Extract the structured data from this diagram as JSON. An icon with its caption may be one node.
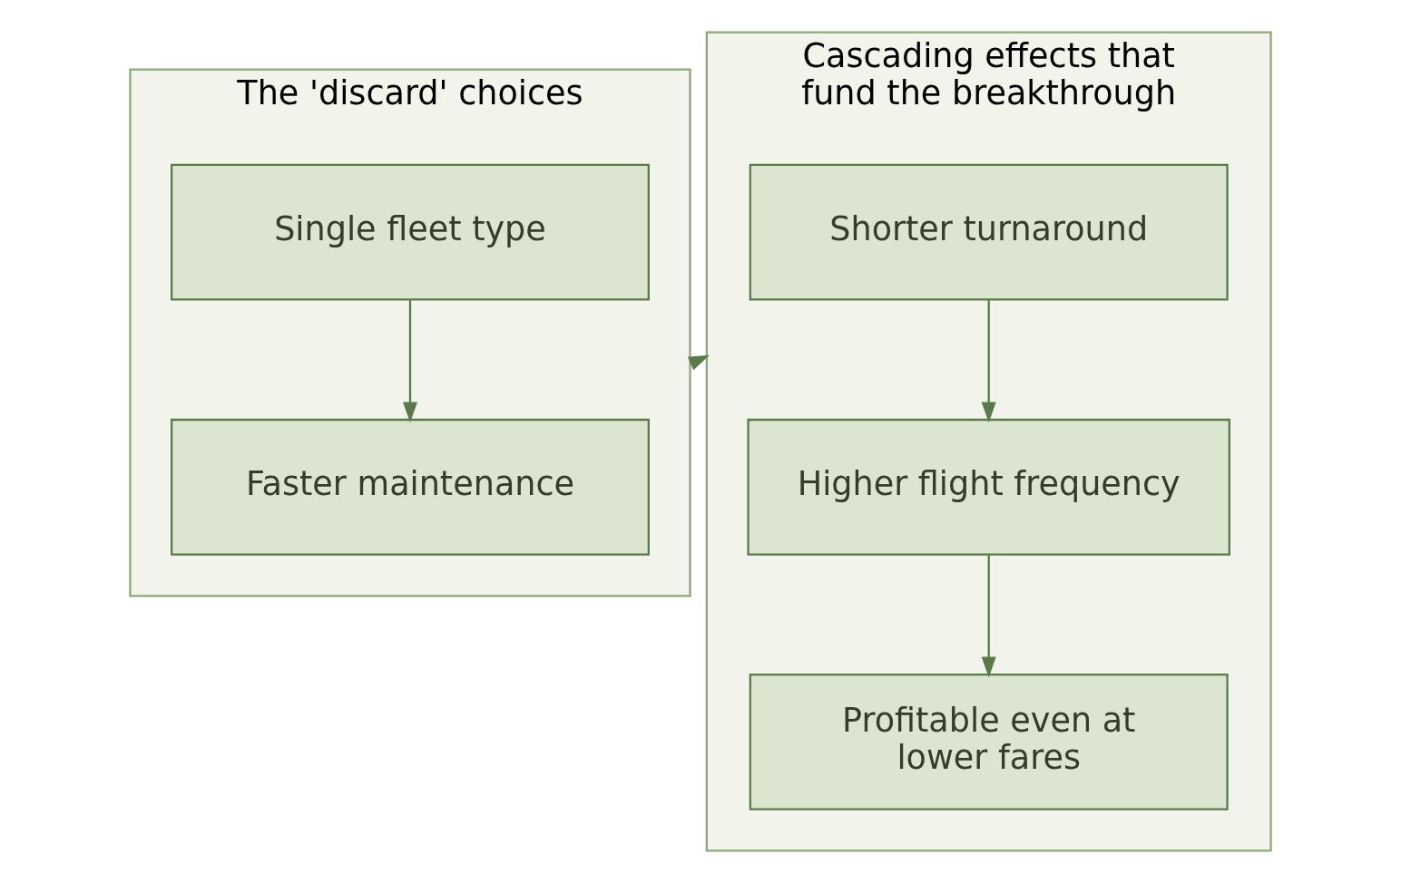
{
  "diagram": {
    "nodes": [
      {
        "text": [
          "The 'discard' choices"
        ]
      },
      {
        "text": [
          "Single fleet type"
        ],
        "in": 0
      },
      {
        "text": [
          "Faster maintenance"
        ],
        "in": 0
      },
      {
        "text": [
          "Cascading effects that fund the breakthrough"
        ]
      },
      {
        "text": [
          "Shorter turnaround"
        ],
        "in": 3
      },
      {
        "text": [
          "Higher flight frequency"
        ],
        "in": 3
      },
      {
        "text": [
          "Profitable even at lower fares"
        ],
        "in": 3
      }
    ],
    "edges": [
      {
        "from": 1,
        "to": 2,
        "arrow": "to"
      },
      {
        "from": 0,
        "to": 3,
        "arrow": "to"
      },
      {
        "from": 4,
        "to": 5,
        "arrow": "to"
      },
      {
        "from": 5,
        "to": 6,
        "arrow": "to"
      }
    ]
  }
}
